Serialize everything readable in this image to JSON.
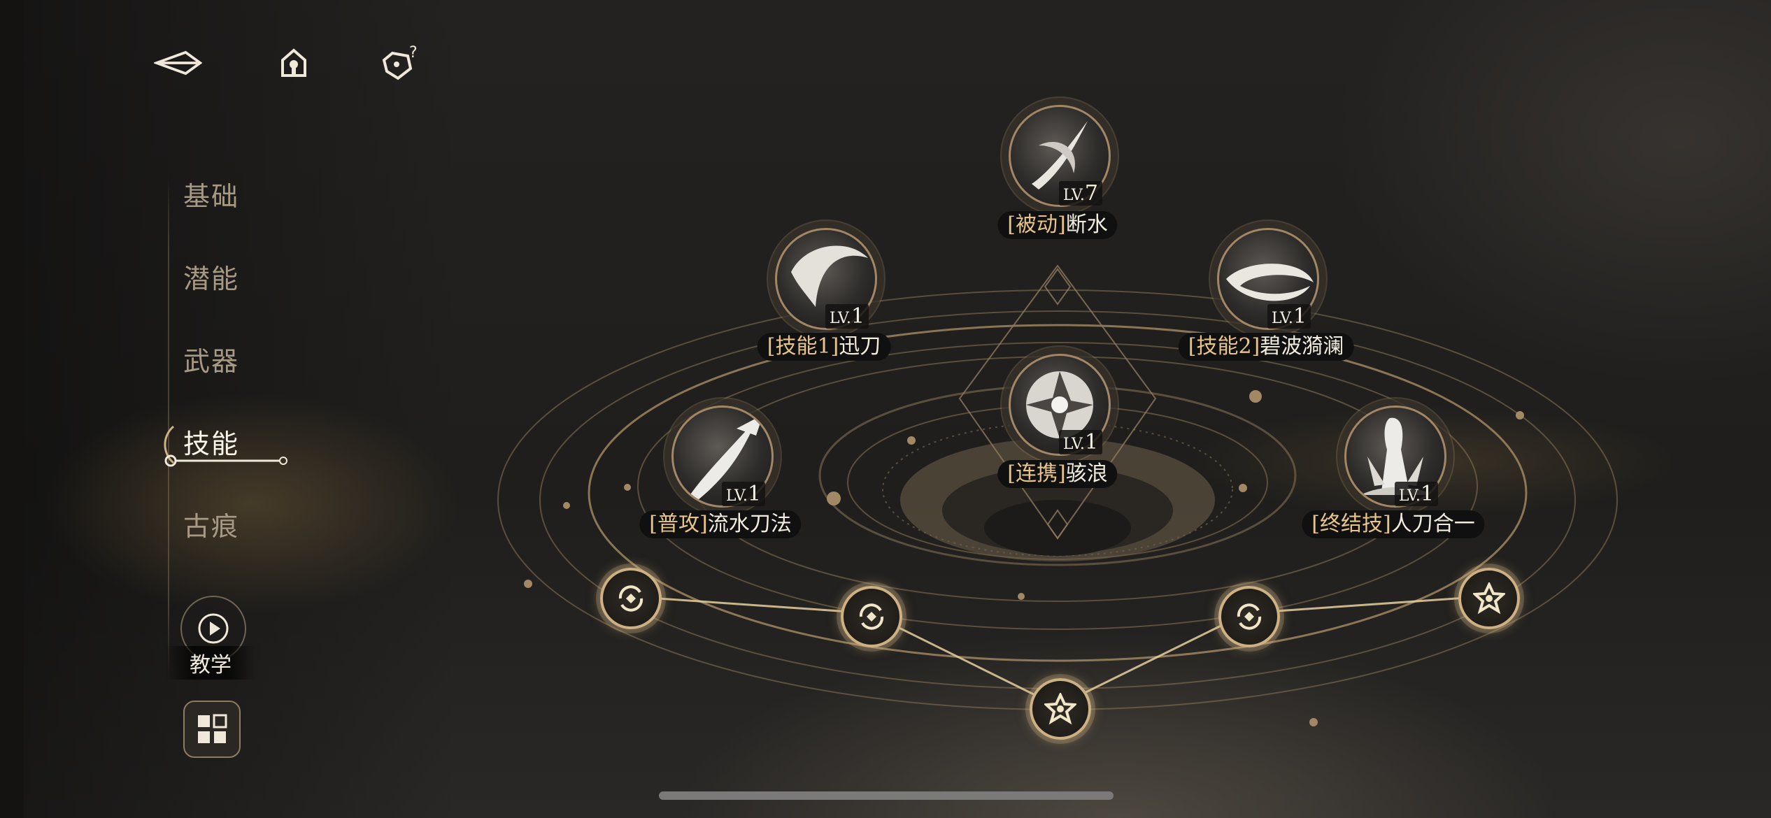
{
  "top_bar": {
    "icons": [
      "back-arrow-icon",
      "home-icon",
      "help-icon"
    ]
  },
  "nav": {
    "items": [
      {
        "label": "基础",
        "active": false
      },
      {
        "label": "潜能",
        "active": false
      },
      {
        "label": "武器",
        "active": false
      },
      {
        "label": "技能",
        "active": true
      },
      {
        "label": "古痕",
        "active": false
      }
    ],
    "tutorial_label": "教学",
    "tutorial_icon": "play-icon",
    "grid_icon": "grid-icon"
  },
  "skills": [
    {
      "id": "passive",
      "category": "[被动]",
      "name": "断水",
      "level_prefix": "LV.",
      "level": "7"
    },
    {
      "id": "skill1",
      "category": "[技能1]",
      "name": "迅刀",
      "level_prefix": "LV.",
      "level": "1"
    },
    {
      "id": "skill2",
      "category": "[技能2]",
      "name": "碧波漪澜",
      "level_prefix": "LV.",
      "level": "1"
    },
    {
      "id": "combo",
      "category": "[连携]",
      "name": "骇浪",
      "level_prefix": "LV.",
      "level": "1"
    },
    {
      "id": "normal",
      "category": "[普攻]",
      "name": "流水刀法",
      "level_prefix": "LV.",
      "level": "1"
    },
    {
      "id": "finisher",
      "category": "[终结技]",
      "name": "人刀合一",
      "level_prefix": "LV.",
      "level": "1"
    }
  ],
  "talent_nodes": [
    {
      "id": "n1",
      "icon": "swap-diamond-icon"
    },
    {
      "id": "n2",
      "icon": "swap-diamond-icon"
    },
    {
      "id": "n3",
      "icon": "flower-icon"
    },
    {
      "id": "n4",
      "icon": "swap-diamond-icon"
    },
    {
      "id": "n5",
      "icon": "flower-icon"
    }
  ],
  "colors": {
    "accent_gold": "#cdb184",
    "category_gold": "#e7c48a",
    "background": "#1d1c1b"
  }
}
